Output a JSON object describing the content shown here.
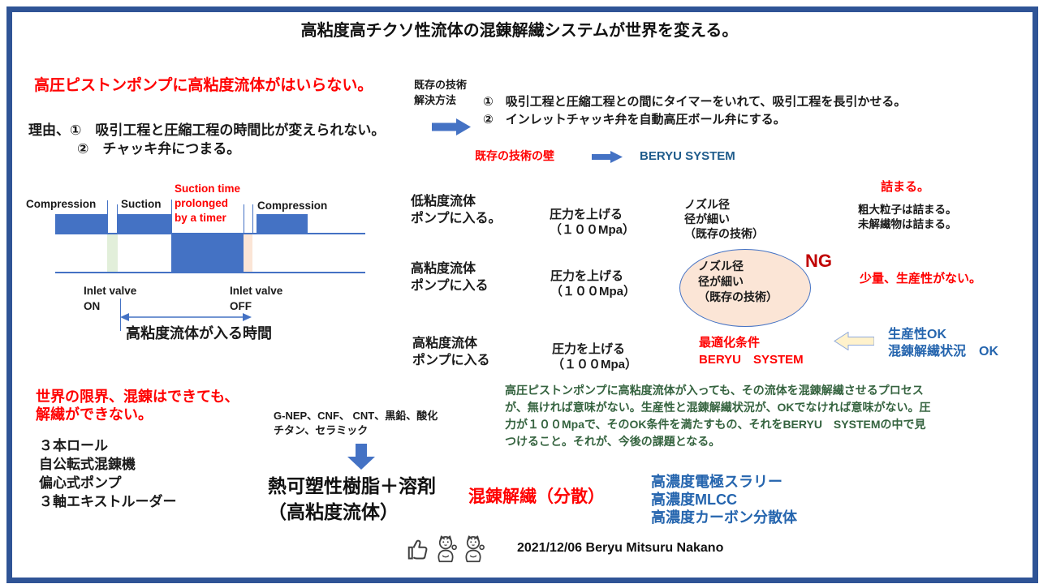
{
  "title": "高粘度高チクソ性流体の混錬解繊システムが世界を変える。",
  "top_left": {
    "headline": "高圧ピストンポンプに高粘度流体がはいらない。",
    "reason_line1": "理由、①　吸引工程と圧縮工程の時間比が変えられない。",
    "reason_line2": "②　チャッキ弁につまる。"
  },
  "solution": {
    "label_line1": "既存の技術",
    "label_line2": "解決方法",
    "item1": "①　吸引工程と圧縮工程との間にタイマーをいれて、吸引工程を長引かせる。",
    "item2": "②　インレットチャッキ弁を自動高圧ボール弁にする。",
    "wall_label": "既存の技術の壁",
    "system_label": "BERYU SYSTEM"
  },
  "timing_diagram": {
    "compression1": "Compression",
    "suction": "Suction",
    "prolonged_line1": "Suction time",
    "prolonged_line2": "prolonged",
    "prolonged_line3": "by a timer",
    "compression2": "Compression",
    "inlet_on_line1": "Inlet valve",
    "inlet_on_line2": "ON",
    "inlet_off_line1": "Inlet valve",
    "inlet_off_line2": "OFF",
    "duration_label": "高粘度流体が入る時間"
  },
  "flow_rows": {
    "row1": {
      "fluid_line1": "低粘度流体",
      "fluid_line2": "ポンプに入る。",
      "pressure_line1": "圧力を上げる",
      "pressure_line2": "（１００Mpa）",
      "nozzle_line1": "ノズル径",
      "nozzle_line2": "径が細い",
      "nozzle_line3": "（既存の技術）"
    },
    "row2": {
      "fluid_line1": "高粘度流体",
      "fluid_line2": "ポンプに入る",
      "pressure_line1": "圧力を上げる",
      "pressure_line2": "（１００Mpa）",
      "ellipse_line1": "ノズル径",
      "ellipse_line2": "径が細い",
      "ellipse_line3": "（既存の技術）",
      "ng_label": "NG"
    },
    "row3": {
      "fluid_line1": "高粘度流体",
      "fluid_line2": "ポンプに入る",
      "pressure_line1": "圧力を上げる",
      "pressure_line2": "（１００Mpa）",
      "optimal_line1": "最適化条件",
      "optimal_line2": "BERYU　SYSTEM",
      "ok_line1": "生産性OK",
      "ok_line2": "混錬解繊状況　OK"
    }
  },
  "right_column": {
    "clog_title": "詰まる。",
    "clog_line1": "粗大粒子は詰まる。",
    "clog_line2": "未解繊物は詰まる。",
    "low_volume": "少量、生産性がない。"
  },
  "bottom_left": {
    "limit_line1": "世界の限界、混錬はできても、",
    "limit_line2": "解繊ができない。",
    "machines": [
      "３本ロール",
      "自公転式混錬機",
      "偏心式ポンプ",
      "３軸エキストルーダー"
    ]
  },
  "bottom_center": {
    "materials_line1": "G-NEP、CNF、 CNT、黒鉛、酸化",
    "materials_line2": "チタン、セラミック",
    "resin_line1": "熱可塑性樹脂＋溶剤",
    "resin_line2": "（高粘度流体）",
    "dispersion_label": "混錬解繊（分散）"
  },
  "bottom_right": {
    "note_line1": "高圧ピストンポンプに高粘度流体が入っても、その流体を混錬解繊させるプロセス",
    "note_line2": "が、無ければ意味がない。生産性と混錬解繊状況が、OKでなければ意味がない。圧",
    "note_line3": "力が１００Mpaで、そのOK条件を満たすもの、それをBERYU　SYSTEMの中で見",
    "note_line4": "つけること。それが、今後の課題となる。",
    "applications": [
      "高濃度電極スラリー",
      "高濃度MLCC",
      "高濃度カーボン分散体"
    ]
  },
  "footer": {
    "credit": "2021/12/06 Beryu Mitsuru Nakano",
    "icons": [
      "thumbs-up-icon",
      "maneki-neko-icon",
      "maneki-neko-icon"
    ]
  },
  "colors": {
    "border": "#2f5496",
    "accent_blue": "#4472c4",
    "red": "#ff0000",
    "dark_red": "#c00000",
    "navy_text": "#1f5c8c",
    "blue_text": "#2565ae",
    "green_text": "#35633f",
    "strip_green": "#e2efda",
    "strip_peach": "#fbe5d6",
    "cream_arrow": "#fff2cc"
  }
}
